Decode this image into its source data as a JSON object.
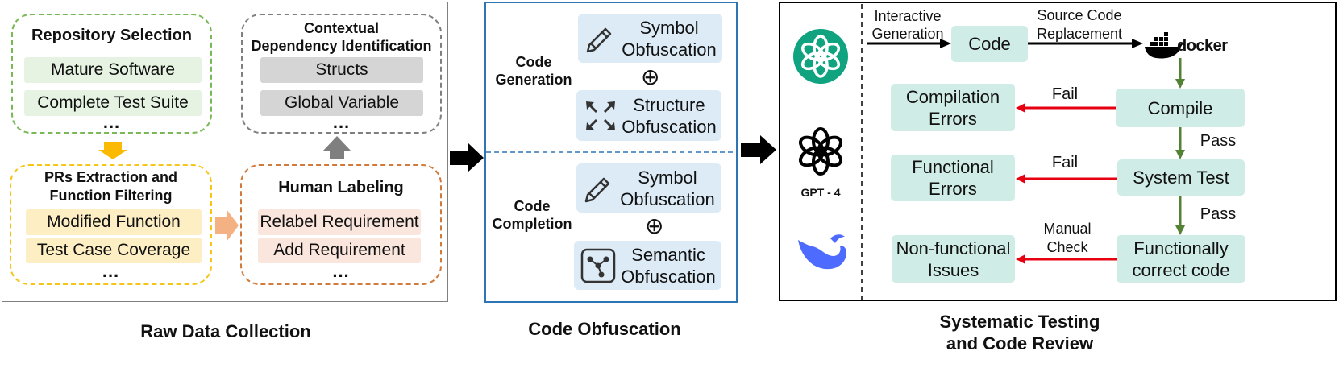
{
  "raw": {
    "title": "Raw Data Collection",
    "repo": {
      "title": "Repository Selection",
      "items": [
        "Mature Software",
        "Complete Test Suite"
      ],
      "more": "..."
    },
    "ctx": {
      "title_line1": "Contextual",
      "title_line2": "Dependency Identification",
      "items": [
        "Structs",
        "Global Variable"
      ],
      "more": "..."
    },
    "prs": {
      "title_line1": "PRs Extraction and",
      "title_line2": "Function Filtering",
      "items": [
        "Modified Function",
        "Test Case Coverage"
      ],
      "more": "..."
    },
    "human": {
      "title": "Human Labeling",
      "items": [
        "Relabel Requirement",
        "Add Requirement"
      ],
      "more": "..."
    }
  },
  "obf": {
    "title": "Code Obfuscation",
    "gen": {
      "label_line1": "Code",
      "label_line2": "Generation",
      "a_line1": "Symbol",
      "a_line2": "Obfuscation",
      "b_line1": "Structure",
      "b_line2": "Obfuscation"
    },
    "comp": {
      "label_line1": "Code",
      "label_line2": "Completion",
      "a_line1": "Symbol",
      "a_line2": "Obfuscation",
      "b_line1": "Semantic",
      "b_line2": "Obfuscation"
    },
    "oplus": "⊕"
  },
  "test": {
    "title_line1": "Systematic Testing",
    "title_line2": "and Code Review",
    "gpt4_label": "GPT - 4",
    "docker_label": "docker",
    "interactive_line1": "Interactive",
    "interactive_line2": "Generation",
    "replace_line1": "Source Code",
    "replace_line2": "Replacement",
    "code": "Code",
    "compile": "Compile",
    "system_test": "System Test",
    "func_correct_line1": "Functionally",
    "func_correct_line2": "correct code",
    "comp_err_line1": "Compilation",
    "comp_err_line2": "Errors",
    "func_err_line1": "Functional",
    "func_err_line2": "Errors",
    "nonfunc_line1": "Non-functional",
    "nonfunc_line2": "Issues",
    "fail1": "Fail",
    "fail2": "Fail",
    "pass1": "Pass",
    "pass2": "Pass",
    "manual_line1": "Manual",
    "manual_line2": "Check"
  },
  "colors": {
    "green_dash": "#78b856",
    "gray_dash": "#7f7f7f",
    "yellow_dash": "#f5c518",
    "orange_dash": "#d07b3c",
    "blue_border": "#2e75b6",
    "red": "#e60012",
    "green_arrow": "#548235",
    "teal": "#d0ece6"
  }
}
